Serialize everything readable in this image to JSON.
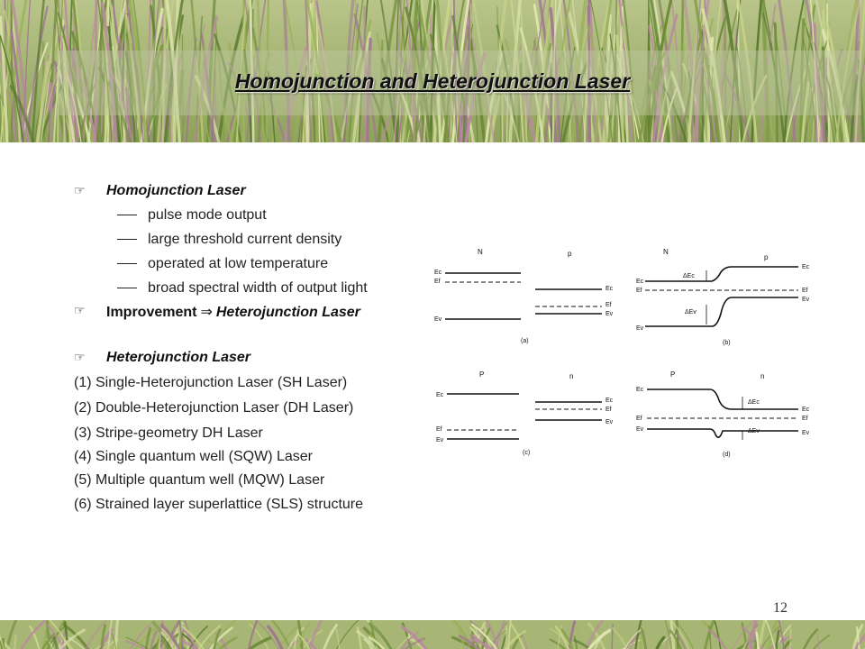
{
  "slide": {
    "title": "Homojunction and Heterojunction Laser",
    "page_number": "12"
  },
  "content": {
    "section1": {
      "heading": "Homojunction Laser",
      "items": [
        "pulse mode output",
        "large threshold current density",
        "operated at low temperature",
        "broad spectral width of output light"
      ]
    },
    "improvement": {
      "label": "Improvement",
      "arrow": "⇒",
      "target": "Heterojunction Laser"
    },
    "section2": {
      "heading": "Heterojunction Laser",
      "items": [
        "(1) Single-Heterojunction Laser (SH Laser)",
        "(2) Double-Heterojunction Laser (DH Laser)",
        "(3) Stripe-geometry DH Laser",
        "(4) Single quantum well (SQW) Laser",
        "(5) Multiple quantum well (MQW) Laser",
        "(6) Strained layer superlattice (SLS) structure"
      ]
    }
  },
  "diagram": {
    "panels": [
      {
        "caption": "(a)",
        "left_label": "N",
        "right_label": "p",
        "left_levels": [
          "Ec",
          "Ef",
          "Ev"
        ],
        "right_levels": [
          "Ec",
          "Ef",
          "Ev"
        ]
      },
      {
        "caption": "(b)",
        "left_label": "N",
        "right_label": "p",
        "left_levels": [
          "Ec",
          "Ef",
          "Ev"
        ],
        "right_levels": [
          "Ec",
          "Ef",
          "Ev"
        ],
        "offsets": [
          "ΔEc",
          "ΔEv"
        ]
      },
      {
        "caption": "(c)",
        "left_label": "P",
        "right_label": "n",
        "left_levels": [
          "Ec",
          "Ef",
          "Ev"
        ],
        "right_levels": [
          "Ec",
          "Ef",
          "Ev"
        ]
      },
      {
        "caption": "(d)",
        "left_label": "P",
        "right_label": "n",
        "left_levels": [
          "Ec",
          "Ef",
          "Ev"
        ],
        "right_levels": [
          "Ec",
          "Ef",
          "Ev"
        ],
        "offsets": [
          "ΔEc",
          "ΔEv"
        ]
      }
    ]
  }
}
